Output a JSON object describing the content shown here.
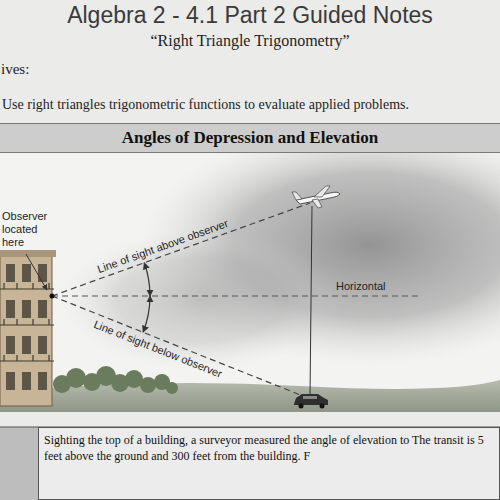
{
  "diagram": {
    "title": "Algebra 2 - 4.1 Part 2 Guided Notes",
    "nodes": [
      {
        "text": [
          "Angles of Depression and Elevation"
        ]
      },
      {
        "text": [
          "Sighting the top of a building, a surveyor measured the angle of elevation to The transit is 5 feet above the ground and 300 feet from the building. F"
        ]
      }
    ],
    "labels": [
      "“Right Triangle Trigonometry”",
      "ives:",
      "Use right triangles trigonometric functions to evaluate applied problems.",
      "Observer located here",
      "Line of sight above observer",
      "Horizontal",
      "Line of sight below observer"
    ]
  }
}
